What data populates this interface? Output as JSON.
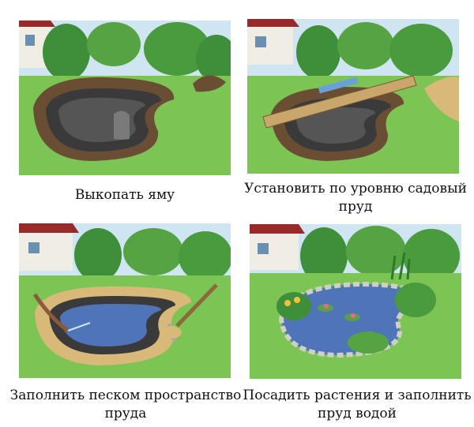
{
  "steps": [
    {
      "caption": "Выкопать яму"
    },
    {
      "caption": "Установить по уровню садовый пруд"
    },
    {
      "caption": "Заполнить песком пространство пруда"
    },
    {
      "caption": "Посадить растения и заполнить пруд водой"
    }
  ],
  "colors": {
    "sky": "#cfe6f2",
    "grass": "#7cc453",
    "tree": "#3f8f3a",
    "soil": "#6a4e34",
    "liner": "#3a3a3a",
    "water": "#4f74b8",
    "sand": "#d9b97a",
    "house_wall": "#f0ede4",
    "house_roof": "#9a2a2a"
  }
}
